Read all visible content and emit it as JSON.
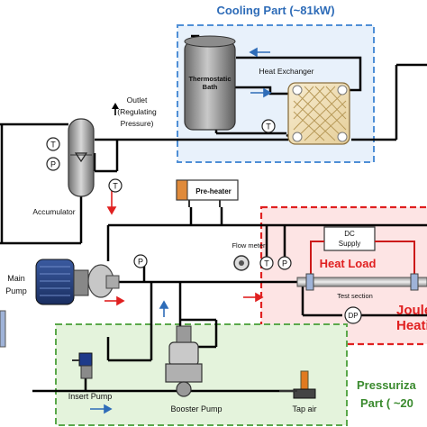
{
  "cooling_part": {
    "title": "Cooling Part (~81kW)",
    "bath_label_1": "Thermostatic",
    "bath_label_2": "Bath",
    "hx_label": "Heat Exchanger"
  },
  "outlet": {
    "line1": "Outlet",
    "line2": "(Regulating",
    "line3": "Pressure)"
  },
  "accumulator": {
    "label": "Accumulator"
  },
  "preheater": {
    "label": "Pre-heater"
  },
  "main_pump": {
    "line1": "Main",
    "line2": "Pump"
  },
  "joule_heating": {
    "flow_meter": "Flow meter",
    "dc_supply_1": "DC",
    "dc_supply_2": "Supply",
    "heat_load": "Heat Load",
    "test_section": "Test section",
    "joule": "Joule",
    "heating": "Heating"
  },
  "pressurization": {
    "insert_pump": "Insert Pump",
    "booster_pump": "Booster Pump",
    "tap_air": "Tap air",
    "title_1": "Pressuriza",
    "title_2": "Part ( ~20"
  },
  "instruments": {
    "temperature": "T",
    "pressure": "P",
    "differential_pressure": "DP"
  },
  "colors": {
    "cooling_border": "#4f8fd6",
    "cooling_fill": "#e8f1fb",
    "cooling_text": "#2e6cb8",
    "joule_border": "#e02020",
    "joule_fill": "#fde4e4",
    "joule_text": "#e02020",
    "press_border": "#5aa84a",
    "press_fill": "#e4f3dc",
    "press_text": "#3a8a2e"
  }
}
